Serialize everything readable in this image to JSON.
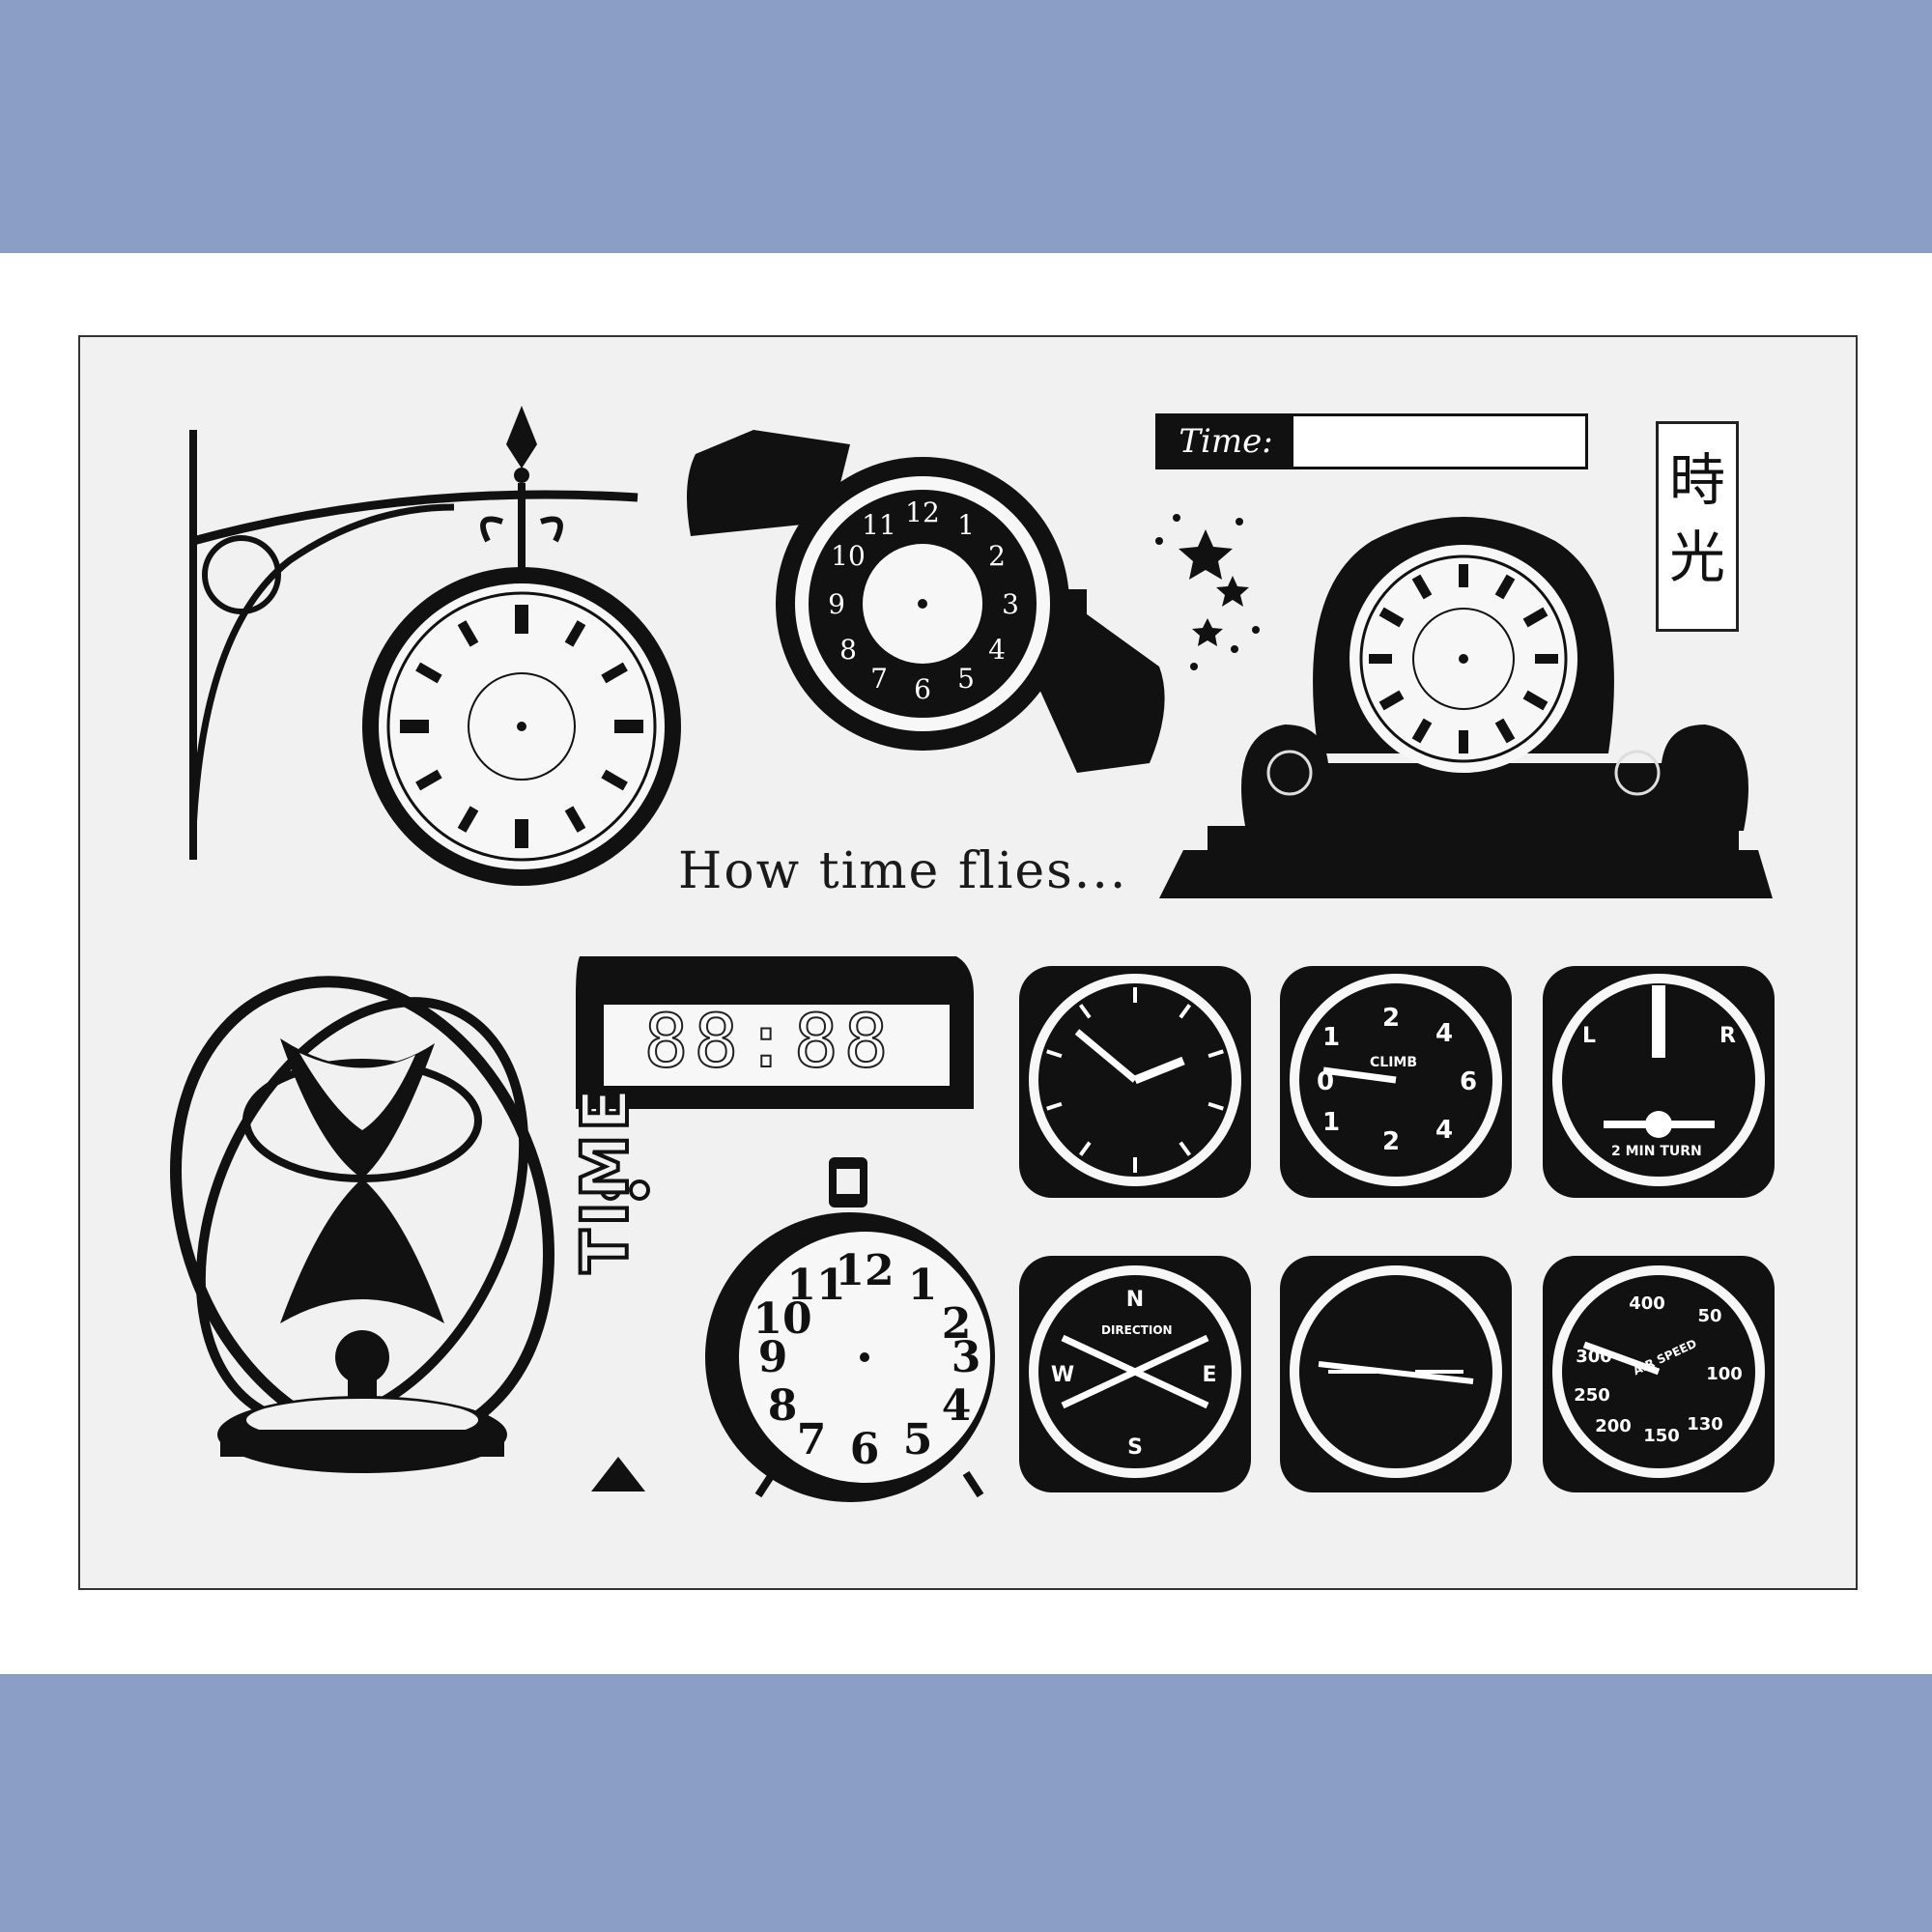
{
  "slogan": "How time flies...",
  "time_tag": {
    "label": "Time:"
  },
  "kanji": {
    "first": "時",
    "second": "光"
  },
  "vertical_word": "TIME",
  "digital_display": "88:88",
  "gauges": {
    "turn_left": "L",
    "turn_right": "R",
    "turn_caption": "2 MIN TURN",
    "climb_caption": "CLIMB",
    "direction_caption": "DIRECTION",
    "airspeed_caption": "AIR SPEED"
  },
  "colors": {
    "band": "#8a9ec6",
    "sheet": "#f1f1f1",
    "ink": "#111111"
  }
}
